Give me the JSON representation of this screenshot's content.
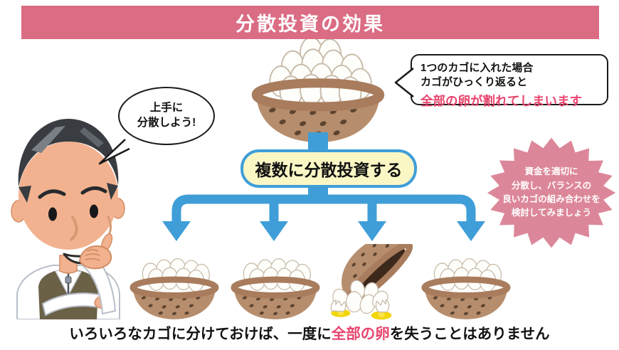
{
  "header": {
    "title": "分散投資の効果"
  },
  "advisor": {
    "bubble_lines": [
      "上手に",
      "分散しよう!"
    ]
  },
  "single_basket_callout": {
    "lines": [
      "1つのカゴに入れた場合",
      "カゴがひっくり返ると"
    ],
    "highlight_line": "全部の卵が割れてしまいます"
  },
  "action_box": {
    "label": "複数に分散投資する"
  },
  "starburst": {
    "lines": [
      "資金を適切に",
      "分散し、バランスの",
      "良いカゴの組み合わせを",
      "検討してみましょう"
    ]
  },
  "caption": {
    "pre": "いろいろなカゴに分けておけば、一度に",
    "highlight": "全部の卵",
    "post": "を失うことはありません"
  },
  "colors": {
    "header_bg": "#da6c84",
    "accent_red": "#e8446d",
    "flow_blue": "#3f9ed8",
    "starburst_pink": "#dc8799",
    "action_box_bg": "#fbf7c5",
    "action_box_border": "#3f9ed8",
    "basket_brown": "#b78e6d",
    "egg_yolk": "#f2d505"
  },
  "illustrations": {
    "advisor": "thinking-businessman",
    "top_basket": "single-basket-full-of-eggs",
    "bottom_baskets": [
      "basket-with-eggs",
      "basket-with-eggs",
      "tipped-basket-with-broken-eggs",
      "basket-with-eggs"
    ]
  }
}
